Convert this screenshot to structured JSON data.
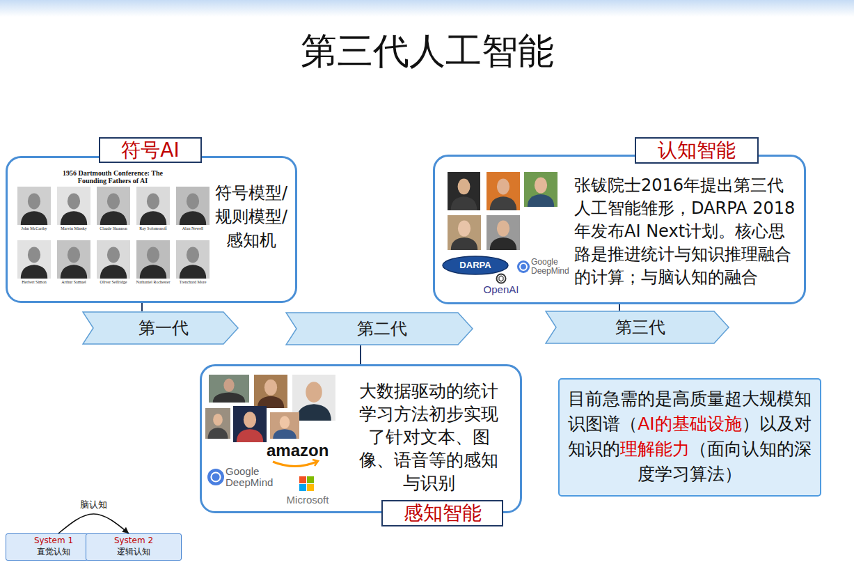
{
  "diagram": {
    "title": "第三代人工智能",
    "nodes": [
      {
        "text": [
          "符号AI",
          "符号模型/规则模型/感知机"
        ]
      },
      {
        "text": [
          "认知智能",
          "张钹院士2016年提出第三代人工智能雏形，DARPA 2018年发布AI Next计划。核心思路是推进统计与知识推理融合的计算；与脑认知的融合"
        ]
      },
      {
        "text": [
          "第一代"
        ]
      },
      {
        "text": [
          "第二代"
        ]
      },
      {
        "text": [
          "第三代"
        ]
      },
      {
        "text": [
          "大数据驱动的统计学习方法初步实现了针对文本、图像、语音等的感知与识别",
          "感知智能"
        ]
      },
      {
        "text": [
          "目前急需的是高质量超大规模知识图谱（AI的基础设施）以及对知识的理解能力（面向认知的深度学习算法）"
        ]
      },
      {
        "text": [
          "System 1",
          "直觉认知"
        ]
      },
      {
        "text": [
          "System 2",
          "逻辑认知"
        ]
      }
    ],
    "edges": [
      {
        "from": 0,
        "to": 2,
        "arrow": "none"
      },
      {
        "from": 3,
        "to": 5,
        "arrow": "none"
      },
      {
        "from": 1,
        "to": 4,
        "arrow": "none"
      },
      {
        "from": 7,
        "to": 8,
        "label": "脑认知",
        "arrow": "to"
      }
    ],
    "labels": [
      "1956 Dartmouth Conference: The Founding Fathers of AI",
      "John McCarthy",
      "Marvin Minsky",
      "Claude Shannon",
      "Ray Solomonoff",
      "Alan Newell",
      "Herbert Simon",
      "Arthur Samuel",
      "Oliver Selfridge",
      "Nathaniel Rochester",
      "Trenchard More",
      "DARPA",
      "OpenAI",
      "Google DeepMind",
      "Google DeepMind",
      "amazon",
      "Microsoft"
    ]
  }
}
